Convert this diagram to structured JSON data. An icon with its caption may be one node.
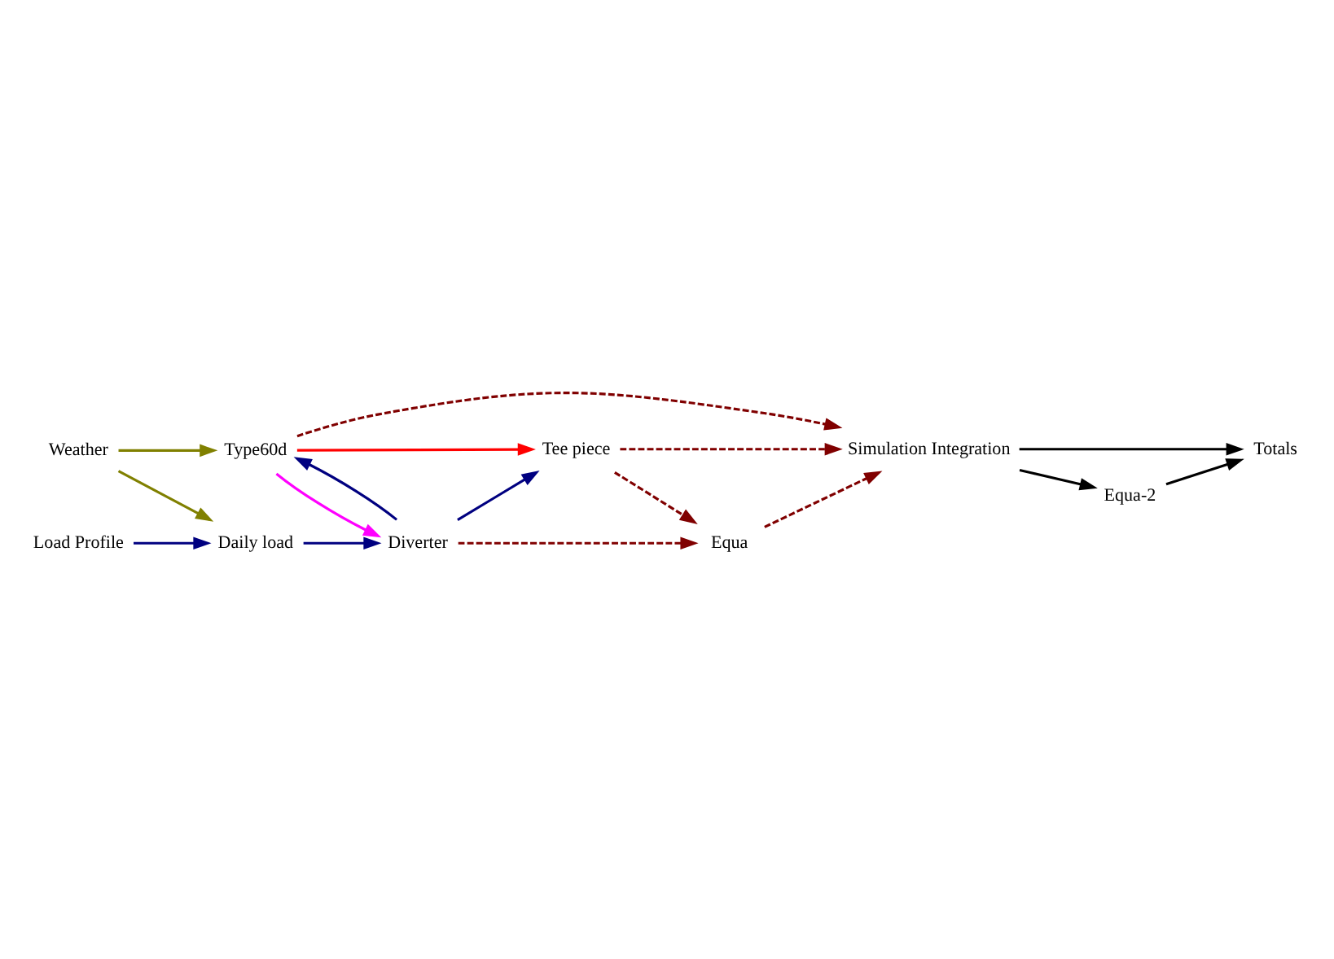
{
  "diagram": {
    "nodes": [
      {
        "text": [
          "Weather"
        ]
      },
      {
        "text": [
          "Type60d"
        ]
      },
      {
        "text": [
          "Tee piece"
        ]
      },
      {
        "text": [
          "Load Profile"
        ]
      },
      {
        "text": [
          "Daily load"
        ]
      },
      {
        "text": [
          "Diverter"
        ]
      },
      {
        "text": [
          "Equa"
        ]
      },
      {
        "text": [
          "Simulation Integration"
        ]
      },
      {
        "text": [
          "Totals"
        ]
      },
      {
        "text": [
          "Equa-2"
        ]
      }
    ],
    "edges": [
      {
        "from": 0,
        "to": 1,
        "arrow": "to",
        "color": "#808000"
      },
      {
        "from": 0,
        "to": 4,
        "arrow": "to",
        "color": "#808000"
      },
      {
        "from": 1,
        "to": 2,
        "arrow": "to",
        "color": "#ff0000"
      },
      {
        "from": 3,
        "to": 4,
        "arrow": "to",
        "color": "#000080"
      },
      {
        "from": 4,
        "to": 5,
        "arrow": "to",
        "color": "#000080"
      },
      {
        "from": 5,
        "to": 1,
        "arrow": "to",
        "color": "#000080"
      },
      {
        "from": 5,
        "to": 2,
        "arrow": "to",
        "color": "#000080"
      },
      {
        "from": 1,
        "to": 5,
        "arrow": "to",
        "color": "#ff00ff"
      },
      {
        "from": 2,
        "to": 6,
        "arrow": "to",
        "style": "dashed",
        "color": "#800000"
      },
      {
        "from": 2,
        "to": 7,
        "arrow": "to",
        "style": "dashed",
        "color": "#800000"
      },
      {
        "from": 1,
        "to": 7,
        "arrow": "to",
        "style": "dashed",
        "color": "#800000"
      },
      {
        "from": 5,
        "to": 6,
        "arrow": "to",
        "style": "dashed",
        "color": "#800000"
      },
      {
        "from": 6,
        "to": 7,
        "arrow": "to",
        "style": "dashed",
        "color": "#800000"
      },
      {
        "from": 7,
        "to": 8,
        "arrow": "to",
        "color": "#000000"
      },
      {
        "from": 7,
        "to": 9,
        "arrow": "to",
        "color": "#000000"
      },
      {
        "from": 9,
        "to": 8,
        "arrow": "to",
        "color": "#000000"
      }
    ]
  }
}
